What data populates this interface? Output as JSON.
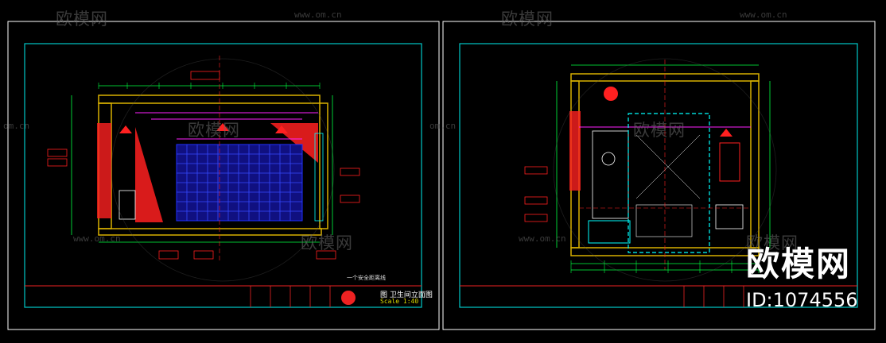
{
  "watermark": {
    "brand": "欧模网",
    "url": "www.om.cn",
    "url_short": "om.cn",
    "id_label": "ID:1074556"
  },
  "drawing_left": {
    "title": "图 卫生间立面图",
    "scale": "Scale 1:40",
    "note": "一个安全距离线"
  },
  "colors": {
    "frame": "#00c8c8",
    "border": "#ffffff",
    "wall": "#d8b000",
    "red": "#ff2020",
    "green": "#00ff40",
    "blue": "#2030ff",
    "magenta": "#ff20ff",
    "cyan": "#00ffff"
  }
}
